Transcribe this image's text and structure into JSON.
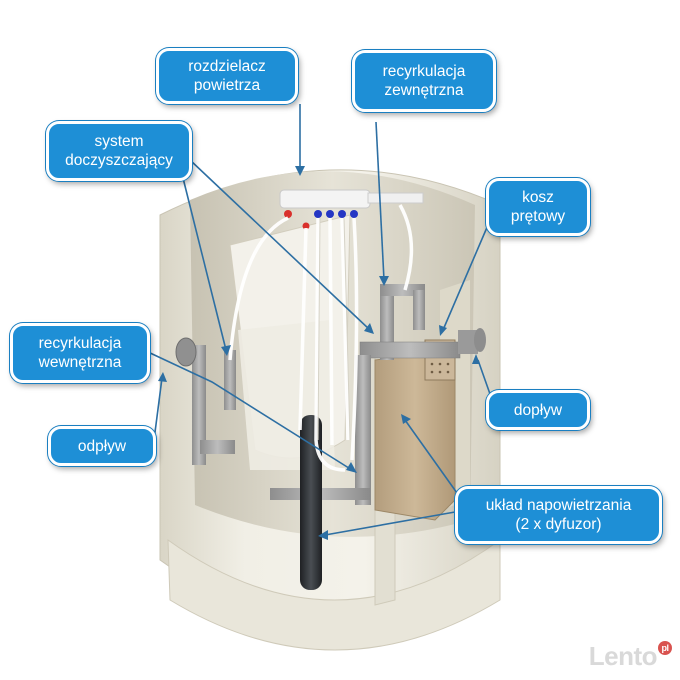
{
  "labels": {
    "rozdzielacz": "rozdzielacz\npowietrza",
    "recyrkulacja_zew": "recyrkulacja\nzewnętrzna",
    "system": "system\ndoczyszczający",
    "kosz": "kosz\nprętowy",
    "recyrkulacja_wew": "recyrkulacja\nwewnętrzna",
    "doplyw": "dopływ",
    "odplyw": "odpływ",
    "uklad": "układ napowietrzania\n(2 x dyfuzor)"
  },
  "watermark": "Lento",
  "watermark_badge": "pl",
  "colors": {
    "callout_fill": "#1e8fd6",
    "tank_shell": "#ece9dc",
    "pipe_grey": "#a6a6a6",
    "basket_tan": "#c2ad8e",
    "diffuser_dark": "#2f3236"
  }
}
